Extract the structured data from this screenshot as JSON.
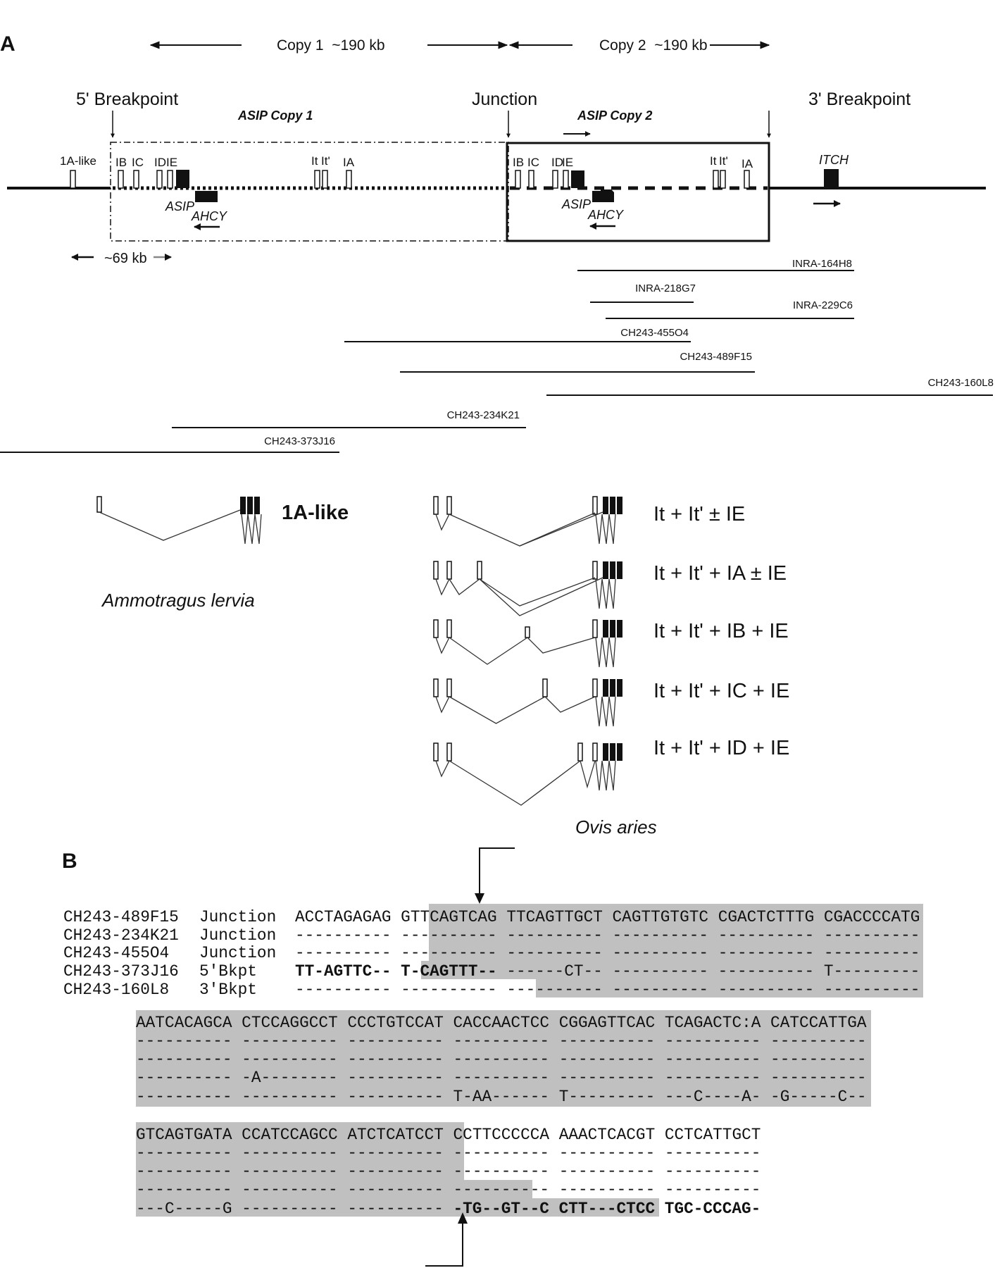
{
  "panel_a": {
    "label": "A",
    "copy1": "Copy 1  ~190 kb",
    "copy2": "Copy 2  ~190 kb",
    "breakpoint5": "5' Breakpoint",
    "junction": "Junction",
    "breakpoint3": "3' Breakpoint",
    "asip_copy1": "ASIP Copy 1",
    "asip_copy2": "ASIP Copy 2",
    "exons": {
      "a1_like": "1A-like",
      "ib": "IB",
      "ic": "IC",
      "id_ie": "IDIE",
      "id": "ID",
      "ie": "IE",
      "it": "It",
      "it_prime": "It'",
      "ia": "IA"
    },
    "genes": {
      "asip": "ASIP",
      "ahcy": "AHCY",
      "itch": "ITCH"
    },
    "scale": "~69 kb",
    "clones": [
      {
        "name": "INRA-164H8"
      },
      {
        "name": "INRA-218G7"
      },
      {
        "name": "INRA-229C6"
      },
      {
        "name": "CH243-455O4"
      },
      {
        "name": "CH243-489F15"
      },
      {
        "name": "CH243-160L8"
      },
      {
        "name": "CH243-234K21"
      },
      {
        "name": "CH243-373J16"
      }
    ],
    "transcripts": {
      "ammotragus_label": "1A-like",
      "ammotragus_species": "Ammotragus lervia",
      "ovis_species": "Ovis aries",
      "ovis": [
        {
          "label": "It + It' ± IE",
          "middle": []
        },
        {
          "label": "It + It' + IA ± IE",
          "middle": [
            "IA"
          ]
        },
        {
          "label": "It + It' + IB + IE",
          "middle": [
            "IB"
          ]
        },
        {
          "label": "It + It' + IC + IE",
          "middle": [
            "IC"
          ]
        },
        {
          "label": "It + It' + ID + IE",
          "middle": [
            "ID"
          ]
        }
      ]
    }
  },
  "panel_b": {
    "label": "B",
    "rows": [
      {
        "clone": "CH243-489F15",
        "region": "Junction"
      },
      {
        "clone": "CH243-234K21",
        "region": "Junction"
      },
      {
        "clone": "CH243-455O4",
        "region": "Junction"
      },
      {
        "clone": "CH243-373J16",
        "region": "5'Bkpt"
      },
      {
        "clone": "CH243-160L8",
        "region": "3'Bkpt"
      }
    ],
    "blocks": [
      [
        [
          {
            "t": "ACCTAGAGAG GTTCAGTCAG TTCAGTTGCT CAGTTGTGTC CGACTCTTTG CGACCCCATG"
          }
        ],
        [
          {
            "t": "---------- ---------- ---------- ---------- ---------- ----------"
          }
        ],
        [
          {
            "t": "---------- ---------- ---------- ---------- ---------- ----------"
          }
        ],
        [
          {
            "t": "TT-AGTTC-- T-CAGTTT--",
            "b": true
          },
          {
            "t": " ------CT-- ---------- ---------- T---------"
          }
        ],
        [
          {
            "t": "---------- ---------- ---------- ---------- ---------- ----------"
          }
        ]
      ],
      [
        [
          {
            "t": "AATCACAGCA CTCCAGGCCT CCCTGTCCAT CACCAACTCC CGGAGTTCAC TCAGACTC:A CATCCATTGA"
          }
        ],
        [
          {
            "t": "---------- ---------- ---------- ---------- ---------- ---------- ----------"
          }
        ],
        [
          {
            "t": "---------- ---------- ---------- ---------- ---------- ---------- ----------"
          }
        ],
        [
          {
            "t": "---------- -A-------- ---------- ---------- ---------- ---------- ----------"
          }
        ],
        [
          {
            "t": "---------- ---------- ---------- T-AA------ T--------- ---C----A- -G-----C--"
          }
        ]
      ],
      [
        [
          {
            "t": "GTCAGTGATA CCATCCAGCC ATCTCATCCT CCTTCCCCCA AAACTCACGT CCTCATTGCT"
          }
        ],
        [
          {
            "t": "---------- ---------- ---------- ---------- ---------- ----------"
          }
        ],
        [
          {
            "t": "---------- ---------- ---------- ---------- ---------- ----------"
          }
        ],
        [
          {
            "t": "---------- ---------- ---------- ---------- ---------- ----------"
          }
        ],
        [
          {
            "t": "---C-----G ---------- ---------- "
          },
          {
            "t": "-TG--GT--C CTT---CTCC TGC-CCCAG-",
            "b": true
          }
        ]
      ]
    ],
    "shading_color": "#c0c0c0"
  }
}
